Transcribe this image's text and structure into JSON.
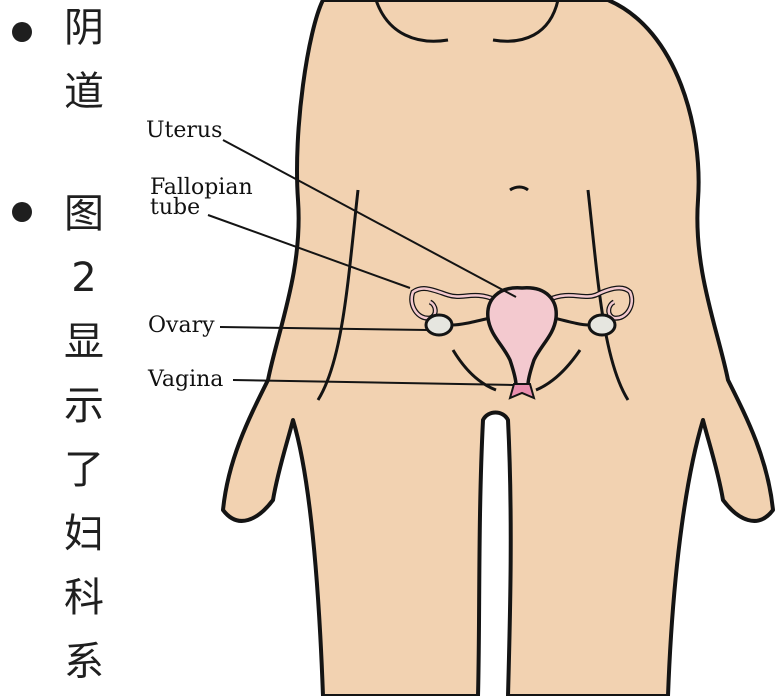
{
  "bullets": [
    {
      "text": "阴道"
    },
    {
      "text": "图2显示了妇科系"
    }
  ],
  "diagram": {
    "labels": {
      "uterus": "Uterus",
      "fallopian_line1": "Fallopian",
      "fallopian_line2": "tube",
      "ovary": "Ovary",
      "vagina": "Vagina"
    },
    "colors": {
      "skin": "#f2d2b1",
      "organ": "#f3c9cf",
      "vagina_accent": "#e98fae",
      "ovary": "#e6e6e0",
      "outline": "#141414"
    }
  }
}
